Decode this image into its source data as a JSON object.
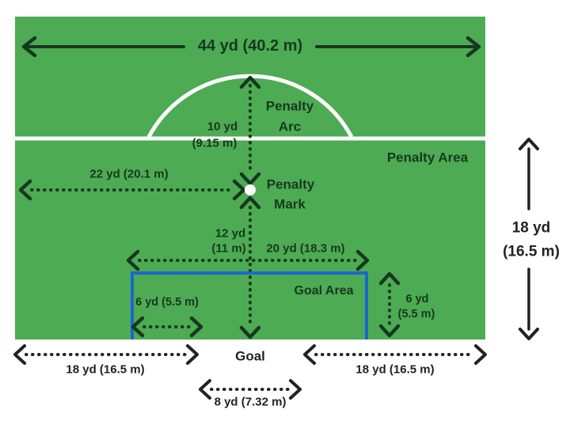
{
  "diagram": {
    "colors": {
      "field_green": "#4dab53",
      "line_white": "#ffffff",
      "goal_area_blue": "#1a66d1",
      "ink_on_field": "#17381f",
      "ink_outside": "#222222"
    },
    "labels": {
      "penalty_area_width": "44 yd (40.2 m)",
      "penalty_arc_line1": "Penalty",
      "penalty_arc_line2": "Arc",
      "arc_radius_line1": "10 yd",
      "arc_radius_line2": "(9.15 m)",
      "penalty_area": "Penalty Area",
      "mark_distance": "22 yd (20.1 m)",
      "penalty_mark_line1": "Penalty",
      "penalty_mark_line2": "Mark",
      "mark_to_goal_line1": "12 yd",
      "mark_to_goal_line2": "(11 m)",
      "goal_area_width": "20 yd (18.3 m)",
      "goal_area": "Goal Area",
      "goal_area_side": "6 yd (5.5 m)",
      "goal_area_depth_line1": "6 yd",
      "goal_area_depth_line2": "(5.5 m)",
      "penalty_depth_line1": "18 yd",
      "penalty_depth_line2": "(16.5 m)",
      "goal": "Goal",
      "goal_line_left": "18 yd (16.5 m)",
      "goal_line_right": "18 yd (16.5 m)",
      "goal_width": "8 yd (7.32 m)"
    }
  }
}
